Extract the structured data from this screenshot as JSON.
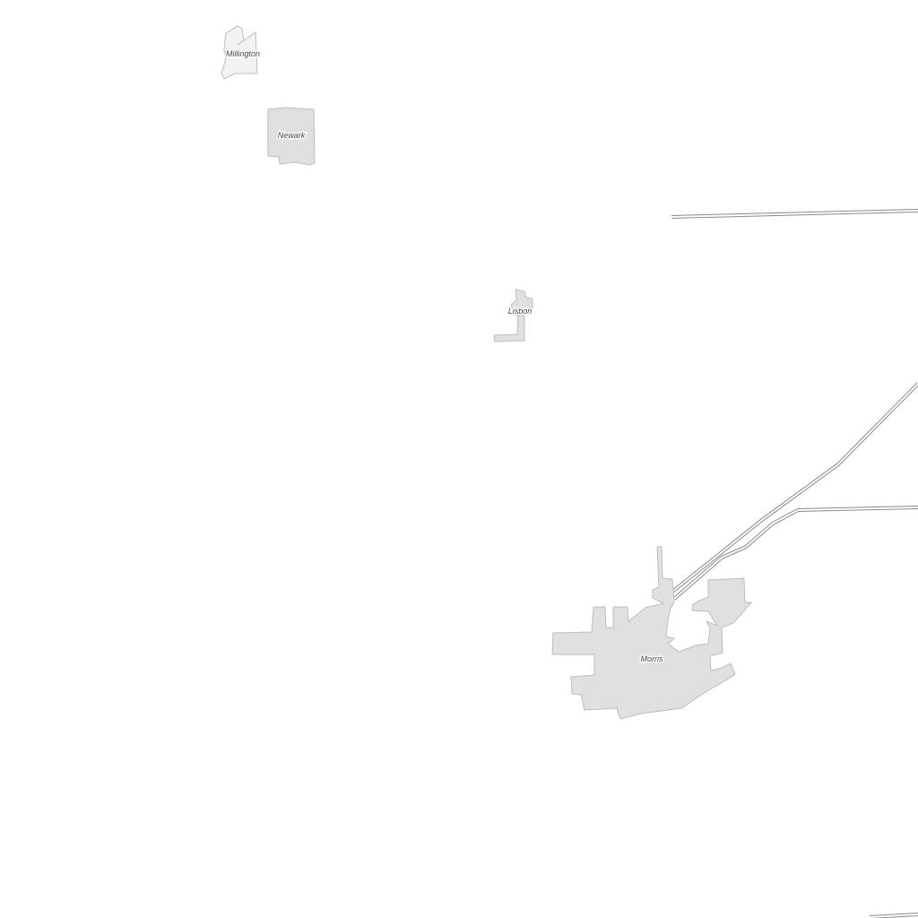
{
  "places": [
    {
      "id": "millington",
      "name": "Millington"
    },
    {
      "id": "newark",
      "name": "Newark"
    },
    {
      "id": "lisbon",
      "name": "Lisbon"
    },
    {
      "id": "morris",
      "name": "Morris"
    }
  ],
  "colors": {
    "place_fill": "#e0e0e0",
    "place_fill_light": "#f2f2f2",
    "road_casing": "#8a8a8a",
    "background": "#ffffff"
  }
}
